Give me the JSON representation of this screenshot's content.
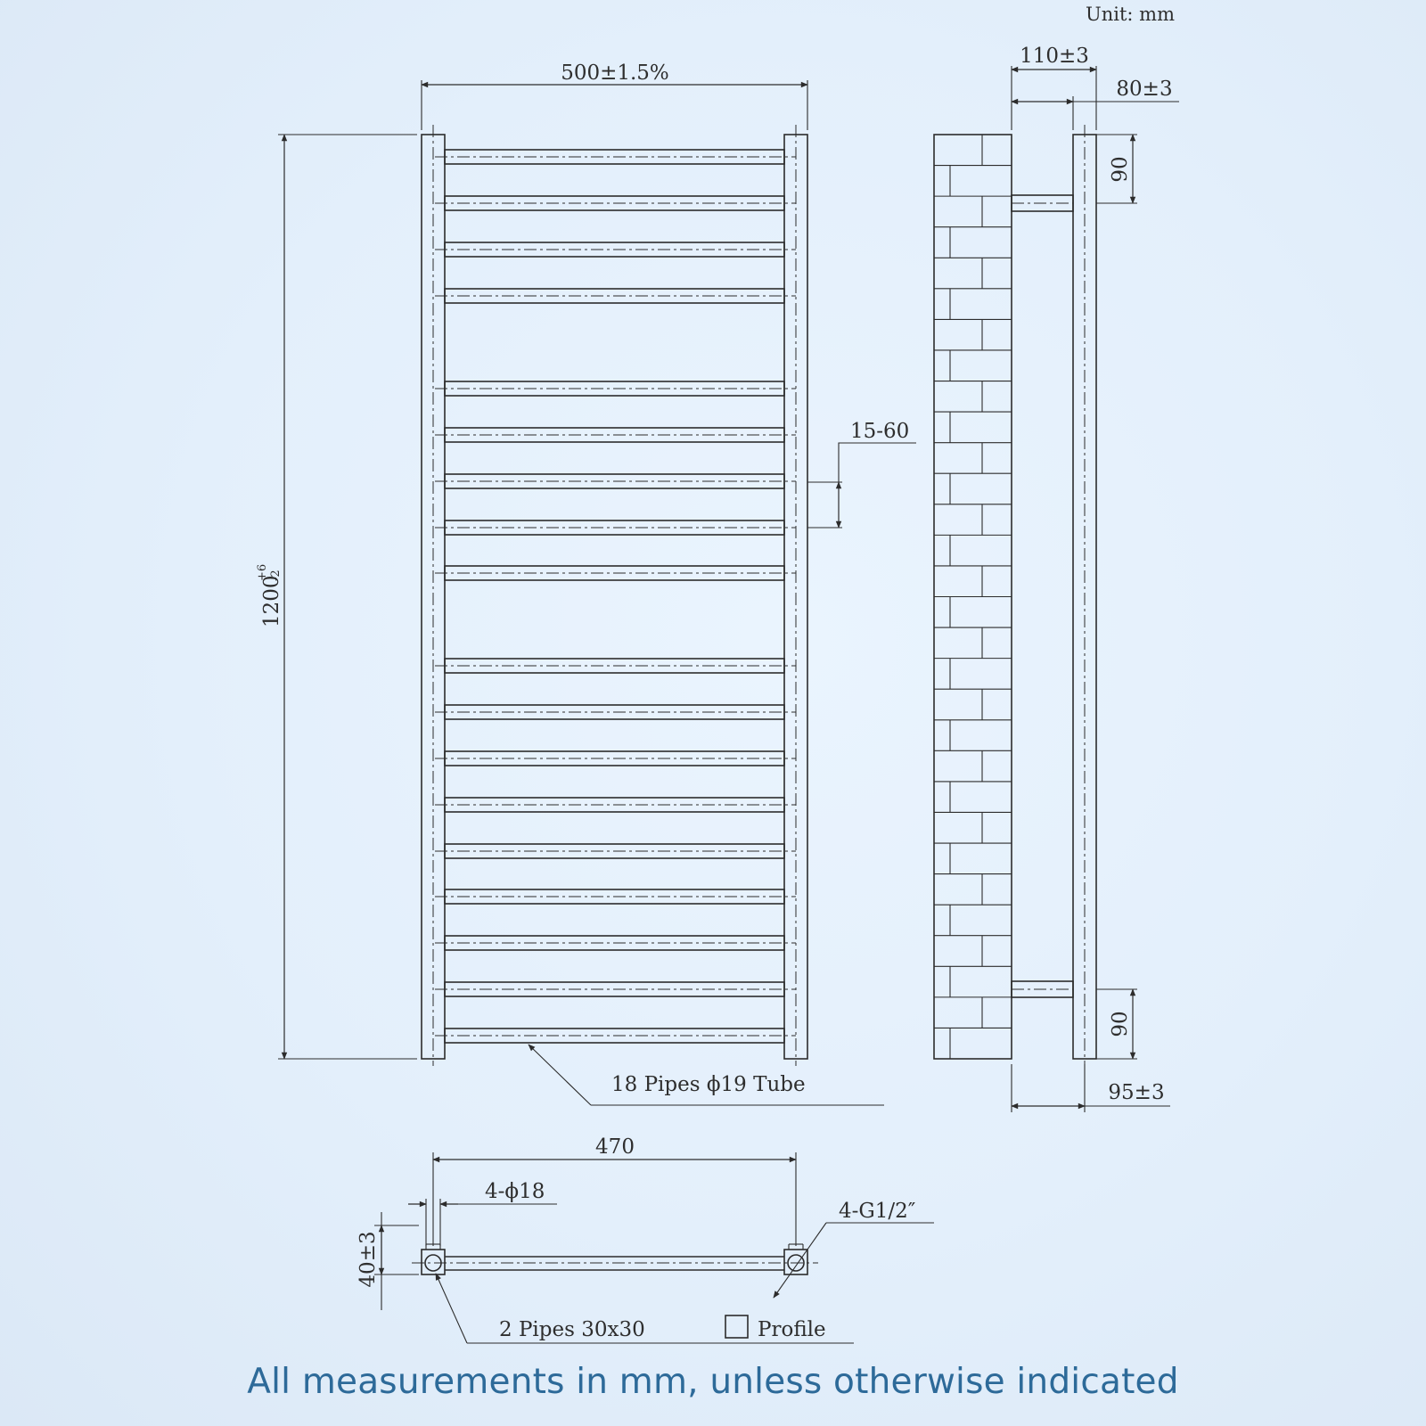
{
  "unit_label": "Unit: mm",
  "front_view": {
    "width_dim": "500±1.5%",
    "height_dim_base": "1200",
    "height_tol_upper": "+6",
    "height_tol_lower": "-2",
    "gap_dim": "15-60",
    "tube_note": "18 Pipes ϕ19 Tube",
    "rail_count": 18
  },
  "side_view": {
    "total_depth_dim": "110±3",
    "offset_dim": "80±3",
    "top_bracket_dim": "90",
    "bottom_bracket_dim": "90",
    "base_depth_dim": "95±3"
  },
  "bottom_view": {
    "centers_dim": "470",
    "hole_note": "4-ϕ18",
    "thread_note": "4-G1/2″",
    "depth_dim": "40±3",
    "pipe_note": "2 Pipes 30x30",
    "profile_note": "Profile"
  },
  "footer": "All measurements in mm, unless otherwise indicated"
}
